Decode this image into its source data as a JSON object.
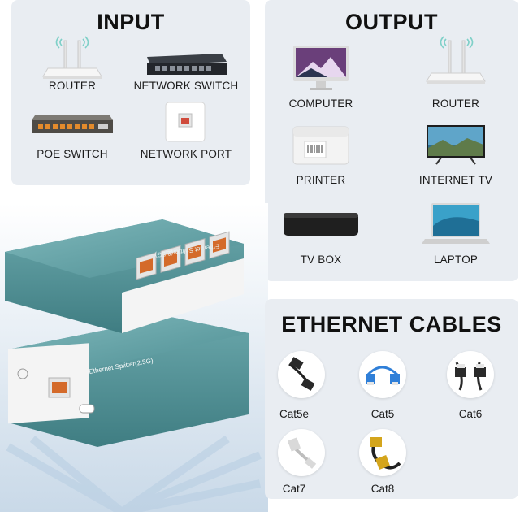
{
  "input": {
    "title": "INPUT",
    "items": [
      {
        "label": "ROUTER",
        "icon": "router-icon"
      },
      {
        "label": "NETWORK SWITCH",
        "icon": "network-switch-icon"
      },
      {
        "label": "POE SWITCH",
        "icon": "poe-switch-icon"
      },
      {
        "label": "NETWORK PORT",
        "icon": "network-port-icon"
      }
    ]
  },
  "output": {
    "title": "OUTPUT",
    "items": [
      {
        "label": "COMPUTER",
        "icon": "computer-icon"
      },
      {
        "label": "ROUTER",
        "icon": "router-icon"
      },
      {
        "label": "PRINTER",
        "icon": "printer-icon"
      },
      {
        "label": "INTERNET TV",
        "icon": "tv-icon"
      },
      {
        "label": "TV BOX",
        "icon": "tv-box-icon"
      },
      {
        "label": "LAPTOP",
        "icon": "laptop-icon"
      }
    ]
  },
  "cables": {
    "title": "ETHERNET CABLES",
    "items": [
      {
        "label": "Cat5e",
        "color": "#222222"
      },
      {
        "label": "Cat5",
        "color": "#2f7fd8"
      },
      {
        "label": "Cat6",
        "color": "#2a2a2a"
      },
      {
        "label": "Cat7",
        "color": "#c8c8c8"
      },
      {
        "label": "Cat8",
        "color": "#d4a51c"
      }
    ]
  },
  "product": {
    "top_label": "Ethernet Splitter(2.5G)",
    "bottom_label": "Ethernet Splitter(2.5G)",
    "body_color": "#5f9ea2"
  }
}
